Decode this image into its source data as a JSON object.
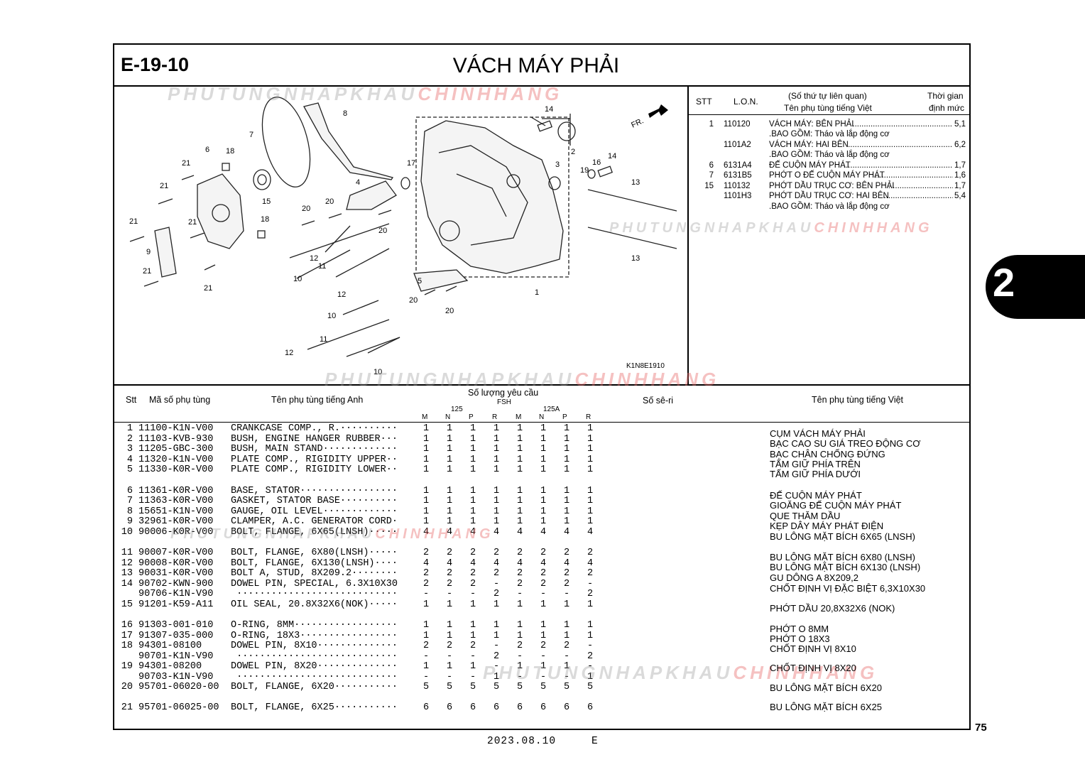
{
  "header": {
    "code": "E-19-10",
    "title": "VÁCH MÁY PHẢI"
  },
  "watermark": {
    "grey": "PHUTUNGNHAPKHAU",
    "red": "CHINHHANG"
  },
  "diagram": {
    "fr_label": "FR.",
    "figure_code": "K1N8E1910",
    "callouts": [
      "1",
      "2",
      "3",
      "4",
      "5",
      "6",
      "7",
      "8",
      "9",
      "10",
      "10",
      "10",
      "11",
      "11",
      "12",
      "12",
      "12",
      "13",
      "13",
      "14",
      "14",
      "15",
      "16",
      "17",
      "18",
      "18",
      "19",
      "20",
      "20",
      "20",
      "20",
      "20",
      "21",
      "21",
      "21",
      "21",
      "21",
      "21"
    ]
  },
  "lon_table": {
    "headers": {
      "stt": "STT",
      "lon": "L.O.N.",
      "desc_line1": "(Số thứ tự liên quan)",
      "desc_line2": "Tên phụ tùng tiếng Việt",
      "time_line1": "Thời gian",
      "time_line2": "định mức"
    },
    "rows": [
      {
        "stt": "1",
        "lon": "110120",
        "desc": "VÁCH MÁY: BÊN PHẢI",
        "time": "5,1"
      },
      {
        "stt": "",
        "lon": "",
        "desc": ".BAO GỒM: Tháo và lắp động cơ",
        "time": ""
      },
      {
        "stt": "",
        "lon": "1101A2",
        "desc": "VÁCH MÁY: HAI BÊN",
        "time": "6,2"
      },
      {
        "stt": "",
        "lon": "",
        "desc": ".BAO GỒM: Tháo và lắp động cơ",
        "time": ""
      },
      {
        "stt": "6",
        "lon": "6131A4",
        "desc": "ĐẾ CUỘN MÁY PHÁT",
        "time": "1,7"
      },
      {
        "stt": "7",
        "lon": "6131B5",
        "desc": "PHỚT O ĐẾ CUỘN MÁY PHÁT",
        "time": "1,6"
      },
      {
        "stt": "15",
        "lon": "110132",
        "desc": "PHỚT DẦU TRỤC CƠ: BÊN PHẢI",
        "time": "1,7"
      },
      {
        "stt": "",
        "lon": "1101H3",
        "desc": "PHỚT DẦU TRỤC CƠ: HAI BÊN",
        "time": "5,4"
      },
      {
        "stt": "",
        "lon": "",
        "desc": ".BAO GỒM: Tháo và lắp động cơ",
        "time": ""
      }
    ]
  },
  "parts_table": {
    "headers": {
      "stt": "Stt",
      "part_no": "Mã số phụ tùng",
      "name_en": "Tên phụ tùng tiếng Anh",
      "qty": "Số lượng yêu cầu",
      "fsh": "FSH",
      "group1": "125",
      "group2": "125A",
      "cols": [
        "M",
        "N",
        "P",
        "R",
        "M",
        "N",
        "P",
        "R"
      ],
      "serial": "Số sê-ri",
      "name_vn": "Tên phụ tùng tiếng Việt"
    },
    "rows": [
      {
        "no": "1",
        "part": "11100-K1N-V00",
        "name": "CRANKCASE COMP., R.··········",
        "q": [
          "1",
          "1",
          "1",
          "1",
          "1",
          "1",
          "1",
          "1"
        ],
        "vn": "CỤM VÁCH MÁY PHẢI"
      },
      {
        "no": "2",
        "part": "11103-KVB-930",
        "name": "BUSH, ENGINE HANGER RUBBER···",
        "q": [
          "1",
          "1",
          "1",
          "1",
          "1",
          "1",
          "1",
          "1"
        ],
        "vn": "BẠC CAO SU GIÁ TREO ĐỘNG CƠ"
      },
      {
        "no": "3",
        "part": "11205-GBC-300",
        "name": "BUSH, MAIN STAND·············",
        "q": [
          "1",
          "1",
          "1",
          "1",
          "1",
          "1",
          "1",
          "1"
        ],
        "vn": "BẠC CHÂN CHỐNG ĐỨNG"
      },
      {
        "no": "4",
        "part": "11320-K1N-V00",
        "name": "PLATE COMP., RIGIDITY UPPER··",
        "q": [
          "1",
          "1",
          "1",
          "1",
          "1",
          "1",
          "1",
          "1"
        ],
        "vn": "TẤM GIỮ PHÍA TRÊN"
      },
      {
        "no": "5",
        "part": "11330-K0R-V00",
        "name": "PLATE COMP., RIGIDITY LOWER··",
        "q": [
          "1",
          "1",
          "1",
          "1",
          "1",
          "1",
          "1",
          "1"
        ],
        "vn": "TẤM GIỮ PHÍA DƯỚI"
      },
      {
        "no": "6",
        "part": "11361-K0R-V00",
        "name": "BASE, STATOR·················",
        "q": [
          "1",
          "1",
          "1",
          "1",
          "1",
          "1",
          "1",
          "1"
        ],
        "vn": "ĐẾ CUỘN MÁY PHÁT"
      },
      {
        "no": "7",
        "part": "11363-K0R-V00",
        "name": "GASKET, STATOR BASE··········",
        "q": [
          "1",
          "1",
          "1",
          "1",
          "1",
          "1",
          "1",
          "1"
        ],
        "vn": "GIOĂNG ĐẾ CUỘN MÁY PHÁT"
      },
      {
        "no": "8",
        "part": "15651-K1N-V00",
        "name": "GAUGE, OIL LEVEL·············",
        "q": [
          "1",
          "1",
          "1",
          "1",
          "1",
          "1",
          "1",
          "1"
        ],
        "vn": "QUE THĂM DẦU"
      },
      {
        "no": "9",
        "part": "32961-K0R-V00",
        "name": "CLAMPER, A.C. GENERATOR CORD·",
        "q": [
          "1",
          "1",
          "1",
          "1",
          "1",
          "1",
          "1",
          "1"
        ],
        "vn": "KẸP DÂY MÁY PHÁT ĐIỆN"
      },
      {
        "no": "10",
        "part": "90006-K0R-V00",
        "name": "BOLT, FLANGE, 6X65(LNSH)·····",
        "q": [
          "4",
          "4",
          "4",
          "4",
          "4",
          "4",
          "4",
          "4"
        ],
        "vn": "BU LÔNG MẶT BÍCH 6X65 (LNSH)"
      },
      {
        "no": "11",
        "part": "90007-K0R-V00",
        "name": "BOLT, FLANGE, 6X80(LNSH)·····",
        "q": [
          "2",
          "2",
          "2",
          "2",
          "2",
          "2",
          "2",
          "2"
        ],
        "vn": "BU LÔNG MẶT BÍCH 6X80 (LNSH)"
      },
      {
        "no": "12",
        "part": "90008-K0R-V00",
        "name": "BOLT, FLANGE, 6X130(LNSH)····",
        "q": [
          "4",
          "4",
          "4",
          "4",
          "4",
          "4",
          "4",
          "4"
        ],
        "vn": "BU LÔNG MẶT BÍCH 6X130 (LNSH)"
      },
      {
        "no": "13",
        "part": "90031-K0R-V00",
        "name": "BOLT A, STUD, 8X209.2········",
        "q": [
          "2",
          "2",
          "2",
          "2",
          "2",
          "2",
          "2",
          "2"
        ],
        "vn": "GU DÔNG A 8X209,2"
      },
      {
        "no": "14",
        "part": "90702-KWN-900",
        "name": "DOWEL PIN, SPECIAL, 6.3X10X30",
        "q": [
          "2",
          "2",
          "2",
          "-",
          "2",
          "2",
          "2",
          "-"
        ],
        "vn": "CHỐT ĐỊNH VỊ ĐẶC BIỆT 6,3X10X30"
      },
      {
        "no": "",
        "part": "90706-K1N-V90",
        "name": " ····························",
        "q": [
          "-",
          "-",
          "-",
          "2",
          "-",
          "-",
          "-",
          "2"
        ],
        "vn": ""
      },
      {
        "no": "15",
        "part": "91201-K59-A11",
        "name": "OIL SEAL, 20.8X32X6(NOK)·····",
        "q": [
          "1",
          "1",
          "1",
          "1",
          "1",
          "1",
          "1",
          "1"
        ],
        "vn": "PHỚT DẦU 20,8X32X6 (NOK)"
      },
      {
        "no": "16",
        "part": "91303-001-010",
        "name": "O-RING, 8MM··················",
        "q": [
          "1",
          "1",
          "1",
          "1",
          "1",
          "1",
          "1",
          "1"
        ],
        "vn": "PHỚT O 8MM"
      },
      {
        "no": "17",
        "part": "91307-035-000",
        "name": "O-RING, 18X3·················",
        "q": [
          "1",
          "1",
          "1",
          "1",
          "1",
          "1",
          "1",
          "1"
        ],
        "vn": "PHỚT O 18X3"
      },
      {
        "no": "18",
        "part": "94301-08100",
        "name": "DOWEL PIN, 8X10··············",
        "q": [
          "2",
          "2",
          "2",
          "-",
          "2",
          "2",
          "2",
          "-"
        ],
        "vn": "CHỐT ĐỊNH VỊ 8X10"
      },
      {
        "no": "",
        "part": "90701-K1N-V90",
        "name": " ····························",
        "q": [
          "-",
          "-",
          "-",
          "2",
          "-",
          "-",
          "-",
          "2"
        ],
        "vn": ""
      },
      {
        "no": "19",
        "part": "94301-08200",
        "name": "DOWEL PIN, 8X20··············",
        "q": [
          "1",
          "1",
          "1",
          "-",
          "1",
          "1",
          "1",
          "-"
        ],
        "vn": "CHỐT ĐỊNH VỊ 8X20"
      },
      {
        "no": "",
        "part": "90703-K1N-V90",
        "name": " ····························",
        "q": [
          "-",
          "-",
          "-",
          "1",
          "-",
          "-",
          "-",
          "1"
        ],
        "vn": ""
      },
      {
        "no": "20",
        "part": "95701-06020-00",
        "name": "BOLT, FLANGE, 6X20···········",
        "q": [
          "5",
          "5",
          "5",
          "5",
          "5",
          "5",
          "5",
          "5"
        ],
        "vn": "BU LÔNG MẶT BÍCH 6X20"
      },
      {
        "no": "21",
        "part": "95701-06025-00",
        "name": "BOLT, FLANGE, 6X25···········",
        "q": [
          "6",
          "6",
          "6",
          "6",
          "6",
          "6",
          "6",
          "6"
        ],
        "vn": "BU LÔNG MẶT BÍCH 6X25"
      }
    ]
  },
  "side_tab": "2",
  "footer": {
    "page": "75",
    "date": "2023.08.10",
    "edition": "E"
  }
}
